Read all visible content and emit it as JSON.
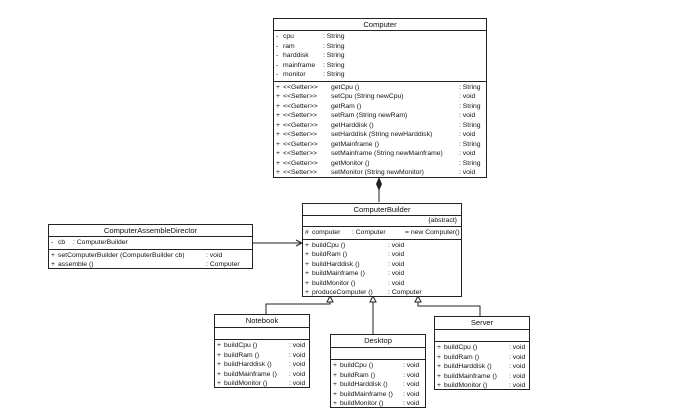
{
  "computer": {
    "name": "Computer",
    "attributes": [
      {
        "vis": "-",
        "name": "cpu",
        "type": ": String"
      },
      {
        "vis": "-",
        "name": "ram",
        "type": ": String"
      },
      {
        "vis": "-",
        "name": "harddisk",
        "type": ": String"
      },
      {
        "vis": "-",
        "name": "mainframe",
        "type": ": String"
      },
      {
        "vis": "-",
        "name": "monitor",
        "type": ": String"
      }
    ],
    "methods": [
      {
        "vis": "+",
        "stereo": "<<Getter>>",
        "sig": "getCpu ()",
        "ret": ": String"
      },
      {
        "vis": "+",
        "stereo": "<<Setter>>",
        "sig": "setCpu (String newCpu)",
        "ret": ": void"
      },
      {
        "vis": "+",
        "stereo": "<<Getter>>",
        "sig": "getRam ()",
        "ret": ": String"
      },
      {
        "vis": "+",
        "stereo": "<<Setter>>",
        "sig": "setRam (String newRam)",
        "ret": ": void"
      },
      {
        "vis": "+",
        "stereo": "<<Getter>>",
        "sig": "getHarddisk ()",
        "ret": ": String"
      },
      {
        "vis": "+",
        "stereo": "<<Setter>>",
        "sig": "setHarddisk (String newHarddisk)",
        "ret": ": void"
      },
      {
        "vis": "+",
        "stereo": "<<Getter>>",
        "sig": "getMainframe ()",
        "ret": ": String"
      },
      {
        "vis": "+",
        "stereo": "<<Setter>>",
        "sig": "setMainframe (String newMainframe)",
        "ret": ": void"
      },
      {
        "vis": "+",
        "stereo": "<<Getter>>",
        "sig": "getMonitor ()",
        "ret": ": String"
      },
      {
        "vis": "+",
        "stereo": "<<Setter>>",
        "sig": "setMonitor (String newMonitor)",
        "ret": ": void"
      }
    ]
  },
  "builder": {
    "name": "ComputerBuilder",
    "stereotype": "{abstract}",
    "attributes": [
      {
        "vis": "#",
        "name": "computer",
        "type": ": Computer",
        "init": "= new Computer()"
      }
    ],
    "methods": [
      {
        "vis": "+",
        "sig": "buildCpu ()",
        "ret": ": void"
      },
      {
        "vis": "+",
        "sig": "buildRam ()",
        "ret": ": void"
      },
      {
        "vis": "+",
        "sig": "buildHarddisk ()",
        "ret": ": void"
      },
      {
        "vis": "+",
        "sig": "buildMainframe ()",
        "ret": ": void"
      },
      {
        "vis": "+",
        "sig": "buildMonitor ()",
        "ret": ": void"
      },
      {
        "vis": "+",
        "sig": "produceComputer ()",
        "ret": ": Computer"
      }
    ]
  },
  "director": {
    "name": "ComputerAssembleDirector",
    "attributes": [
      {
        "vis": "-",
        "name": "cb",
        "type": ": ComputerBuilder"
      }
    ],
    "methods": [
      {
        "vis": "+",
        "sig": "setComputerBuilder (ComputerBuilder cb)",
        "ret": ": void"
      },
      {
        "vis": "+",
        "sig": "assemble ()",
        "ret": ": Computer"
      }
    ]
  },
  "notebook": {
    "name": "Notebook",
    "methods": [
      {
        "vis": "+",
        "sig": "buildCpu ()",
        "ret": ": void"
      },
      {
        "vis": "+",
        "sig": "buildRam ()",
        "ret": ": void"
      },
      {
        "vis": "+",
        "sig": "buildHarddisk ()",
        "ret": ": void"
      },
      {
        "vis": "+",
        "sig": "buildMainframe ()",
        "ret": ": void"
      },
      {
        "vis": "+",
        "sig": "buildMonitor ()",
        "ret": ": void"
      }
    ]
  },
  "desktop": {
    "name": "Desktop",
    "methods": [
      {
        "vis": "+",
        "sig": "buildCpu ()",
        "ret": ": void"
      },
      {
        "vis": "+",
        "sig": "buildRam ()",
        "ret": ": void"
      },
      {
        "vis": "+",
        "sig": "buildHarddisk ()",
        "ret": ": void"
      },
      {
        "vis": "+",
        "sig": "buildMainframe ()",
        "ret": ": void"
      },
      {
        "vis": "+",
        "sig": "buildMonitor ()",
        "ret": ": void"
      }
    ]
  },
  "server": {
    "name": "Server",
    "methods": [
      {
        "vis": "+",
        "sig": "buildCpu ()",
        "ret": ": void"
      },
      {
        "vis": "+",
        "sig": "buildRam ()",
        "ret": ": void"
      },
      {
        "vis": "+",
        "sig": "buildHarddisk ()",
        "ret": ": void"
      },
      {
        "vis": "+",
        "sig": "buildMainframe ()",
        "ret": ": void"
      },
      {
        "vis": "+",
        "sig": "buildMonitor ()",
        "ret": ": void"
      }
    ]
  }
}
